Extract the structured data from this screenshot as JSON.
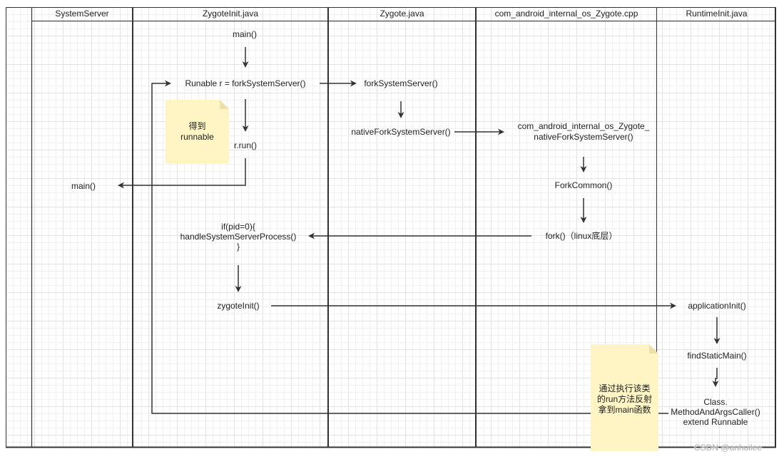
{
  "lanes": [
    {
      "title": "SystemServer",
      "nodes": {
        "main": "main()"
      }
    },
    {
      "title": "ZygoteInit.java",
      "nodes": {
        "main": "main()",
        "fork_system_server_call": "Runable r = forkSystemServer()",
        "r_run": "r.run()",
        "handle_system_server_process": "if(pid=0){\nhandleSystemServerProcess()\n}",
        "zygote_init_call": "zygoteInit()"
      },
      "notes": {
        "get_runnable": "得到\nrunnable"
      }
    },
    {
      "title": "Zygote.java",
      "nodes": {
        "fork_system_server": "forkSystemServer()",
        "native_fork_system_server": "nativeForkSystemServer()"
      }
    },
    {
      "title": "com_android_internal_os_Zygote.cpp",
      "nodes": {
        "native_fork_system_server": "com_android_internal_os_Zygote_\nnativeForkSystemServer()",
        "fork_common": "ForkCommon()",
        "fork": "fork()（linux底层）"
      },
      "notes": {
        "reflect_main": "通过执行该类\n的run方法反射\n拿到main函数"
      }
    },
    {
      "title": "RuntimeInit.java",
      "nodes": {
        "application_init": "applicationInit()",
        "find_static_main": "findStaticMain()",
        "method_and_args_caller": "Class.\nMethodAndArgsCaller()\nextend Runnable"
      }
    }
  ],
  "watermark": "CSDN @anhuilee",
  "colors": {
    "note_fill": "#fff4c3",
    "note_fold": "#ece0a8",
    "line": "#333333",
    "text": "#222222",
    "grid_major": "#e2e2e2",
    "grid_minor": "#f1f1f1",
    "watermark": "#aaaaaa"
  }
}
